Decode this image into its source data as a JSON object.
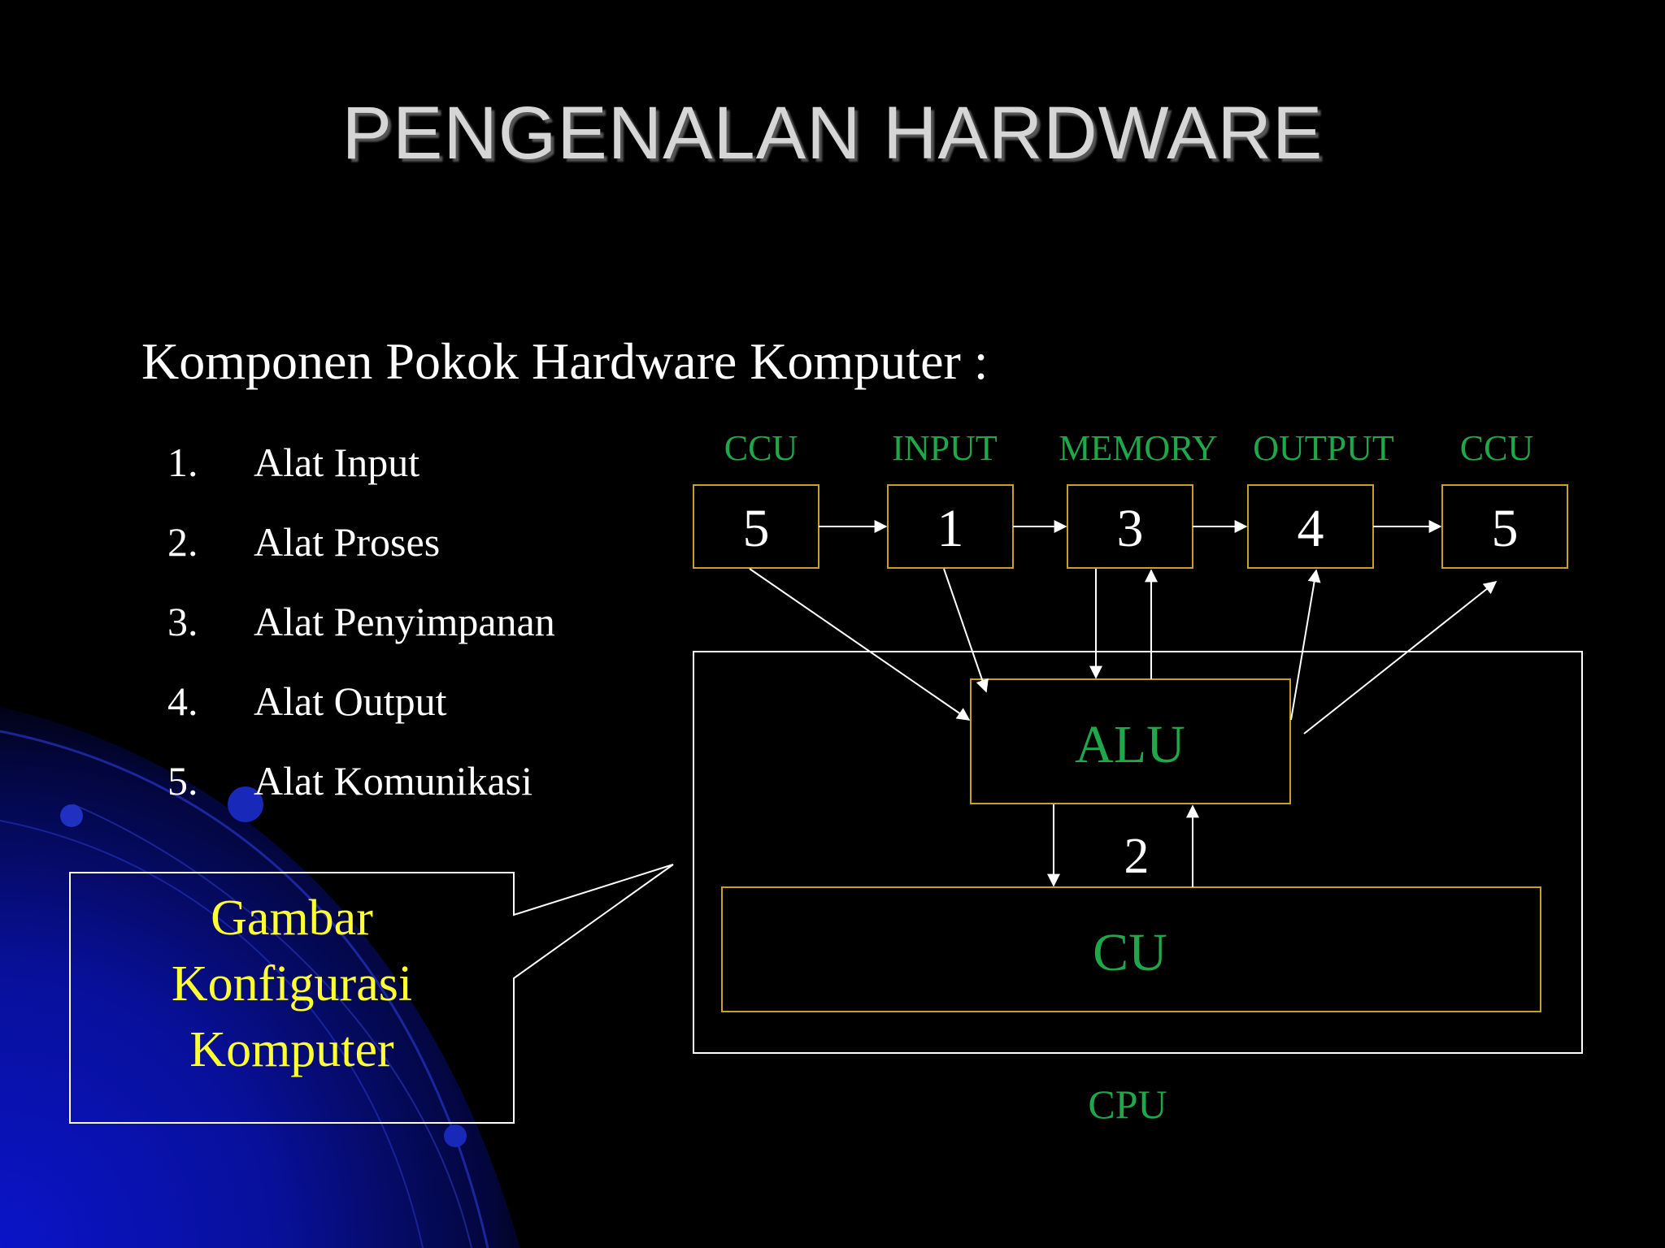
{
  "slide": {
    "title": "PENGENALAN HARDWARE",
    "subtitle": "Komponen Pokok Hardware Komputer :"
  },
  "list": [
    {
      "num": "1.",
      "label": "Alat Input"
    },
    {
      "num": "2.",
      "label": "Alat Proses"
    },
    {
      "num": "3.",
      "label": "Alat Penyimpanan"
    },
    {
      "num": "4.",
      "label": "Alat Output"
    },
    {
      "num": "5.",
      "label": "Alat Komunikasi"
    }
  ],
  "callout": {
    "lines": [
      "Gambar",
      "Konfigurasi",
      "Komputer"
    ]
  },
  "diagram": {
    "top_labels": [
      "CCU",
      "INPUT",
      "MEMORY",
      "OUTPUT",
      "CCU"
    ],
    "top_boxes": [
      "5",
      "1",
      "3",
      "4",
      "5"
    ],
    "alu_label": "ALU",
    "cu_label": "CU",
    "link_label": "2",
    "cpu_label": "CPU"
  },
  "colors": {
    "background": "#000000",
    "title": "#d6d6d6",
    "text": "#ffffff",
    "diagram_label": "#1fa84a",
    "box_border": "#c8a023",
    "callout_text": "#ffff33",
    "accent_blue": "#0a14c8"
  }
}
